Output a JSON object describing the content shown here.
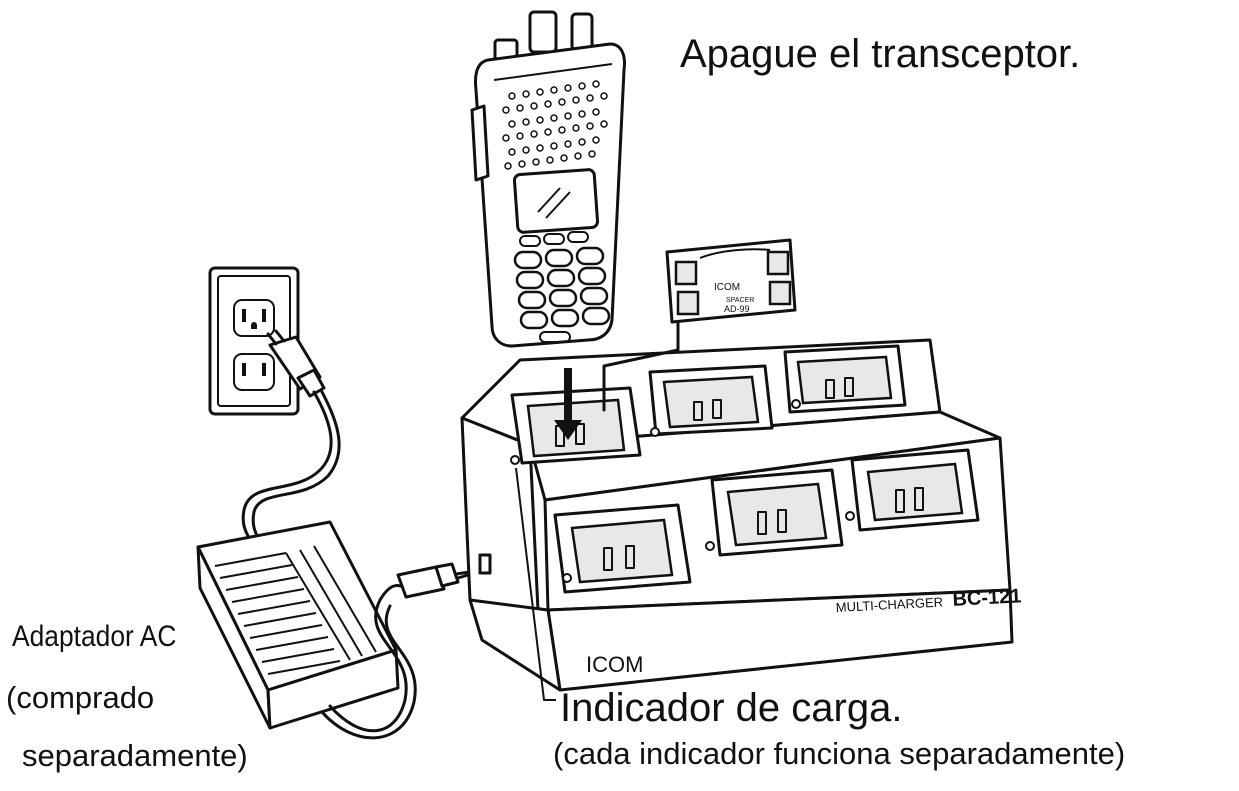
{
  "instruction": "Apague el transceptor.",
  "ac_adapter": {
    "line1": "Adaptador AC",
    "line2": "(comprado",
    "line3": "separadamente)"
  },
  "indicator": {
    "title": "Indicador de carga.",
    "note": "(cada indicador funciona separadamente)"
  },
  "charger": {
    "model_prefix": "MULTI-CHARGER",
    "model": "BC-121",
    "brand": "ICOM"
  },
  "spacer": {
    "brand": "ICOM",
    "label": "SPACER",
    "model": "AD-99"
  },
  "colors": {
    "ink": "#111111",
    "background": "#ffffff"
  }
}
